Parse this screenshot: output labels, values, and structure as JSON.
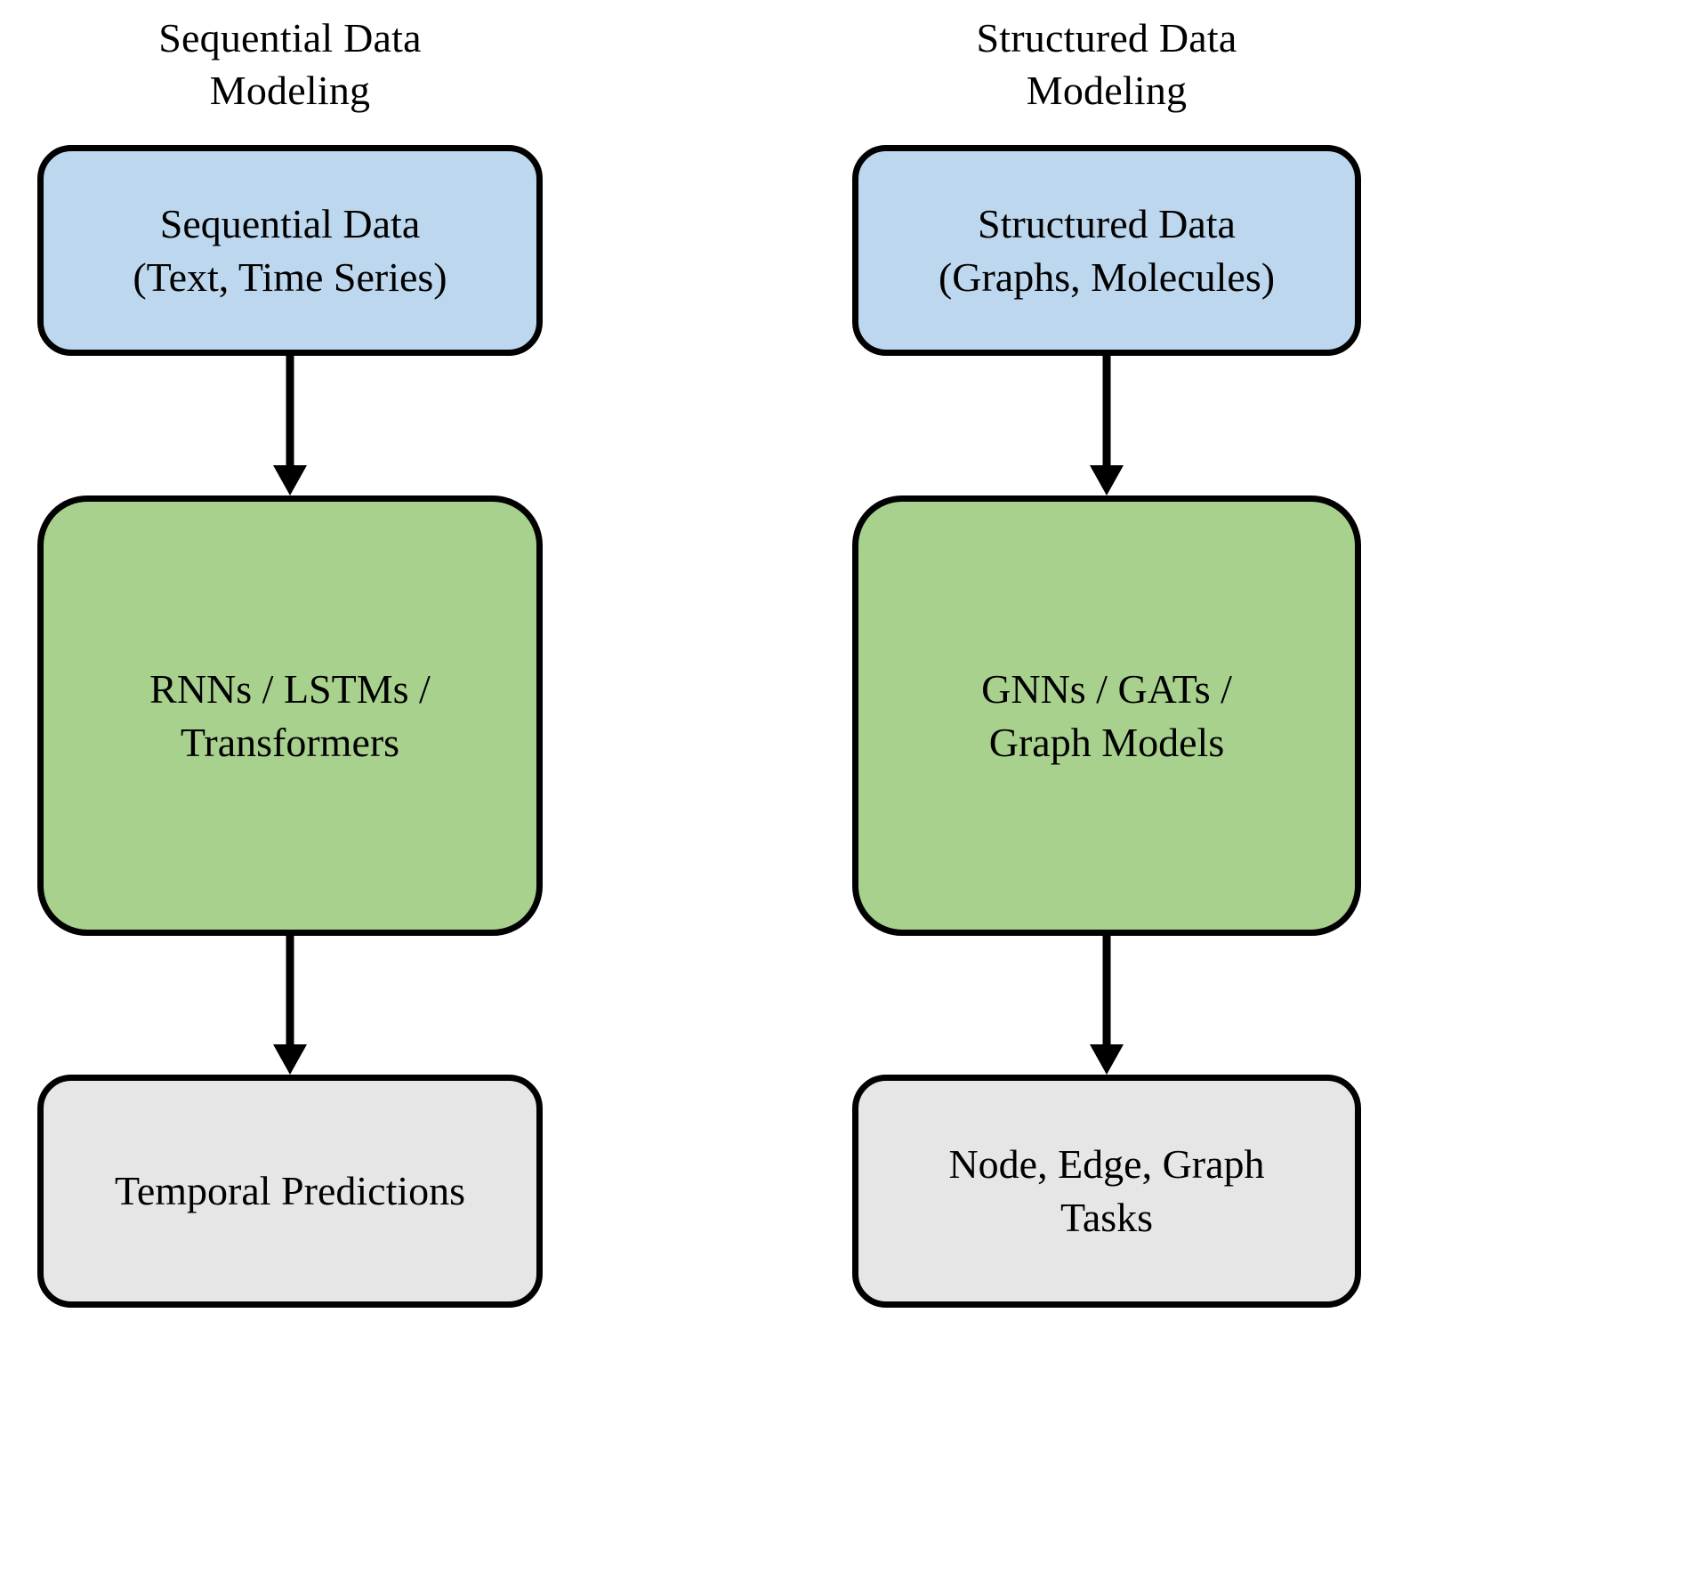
{
  "figure": {
    "type": "flowchart",
    "orientation": "two parallel vertical pipelines",
    "background_color": "#ffffff",
    "stroke_color": "#000000"
  },
  "colors": {
    "input_fill": "#bdd7ee",
    "model_fill": "#a9d18e",
    "output_fill": "#e7e6e6",
    "border": "#000000",
    "text": "#000000"
  },
  "columns": [
    {
      "id": "sequential",
      "title": "Sequential Data\nModeling",
      "nodes": [
        {
          "id": "sequential-input",
          "role": "input",
          "label": "Sequential Data\n(Text, Time Series)",
          "fill": "#bdd7ee"
        },
        {
          "id": "sequential-model",
          "role": "model",
          "label": "RNNs / LSTMs /\nTransformers",
          "fill": "#a9d18e"
        },
        {
          "id": "sequential-output",
          "role": "output",
          "label": "Temporal Predictions",
          "fill": "#e7e6e6"
        }
      ],
      "edges": [
        {
          "id": "seq-edge-1",
          "from": "sequential-input",
          "to": "sequential-model",
          "style": "solid-arrow-down"
        },
        {
          "id": "seq-edge-2",
          "from": "sequential-model",
          "to": "sequential-output",
          "style": "solid-arrow-down"
        }
      ]
    },
    {
      "id": "structured",
      "title": "Structured Data\nModeling",
      "nodes": [
        {
          "id": "structured-input",
          "role": "input",
          "label": "Structured Data\n(Graphs, Molecules)",
          "fill": "#bdd7ee"
        },
        {
          "id": "structured-model",
          "role": "model",
          "label": "GNNs / GATs /\nGraph Models",
          "fill": "#a9d18e"
        },
        {
          "id": "structured-output",
          "role": "output",
          "label": "Node, Edge, Graph\nTasks",
          "fill": "#e7e6e6"
        }
      ],
      "edges": [
        {
          "id": "str-edge-1",
          "from": "structured-input",
          "to": "structured-model",
          "style": "solid-arrow-down"
        },
        {
          "id": "str-edge-2",
          "from": "structured-model",
          "to": "structured-output",
          "style": "solid-arrow-down"
        }
      ]
    }
  ]
}
